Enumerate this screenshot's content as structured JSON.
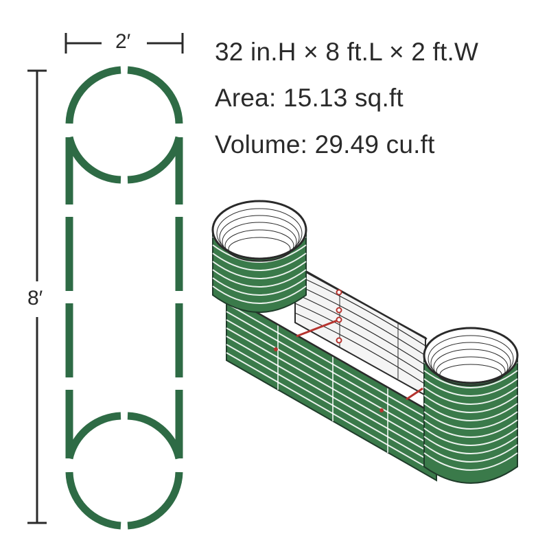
{
  "specs": {
    "dimensions": "32 in.H × 8 ft.L × 2 ft.W",
    "area": "Area: 15.13 sq.ft",
    "volume": "Volume: 29.49 cu.ft"
  },
  "plan": {
    "width_label": "2′",
    "length_label": "8′"
  },
  "colors": {
    "bed_green": "#2e6b45",
    "panel_green": "#3a7a4a",
    "line_dark": "#2a2a2a",
    "brace_red": "#b5332e"
  }
}
